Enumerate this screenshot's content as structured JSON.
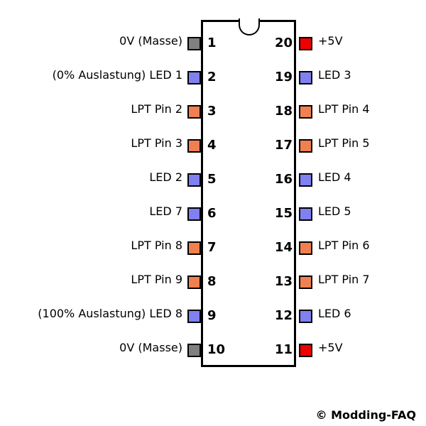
{
  "colors": {
    "ground": "#808080",
    "power": "#ee0000",
    "led": "#8080f0",
    "lpt": "#f08050"
  },
  "left_pins": [
    {
      "number": "1",
      "label": "0V (Masse)",
      "type": "ground"
    },
    {
      "number": "2",
      "label": "(0% Auslastung) LED 1",
      "type": "led"
    },
    {
      "number": "3",
      "label": "LPT Pin 2",
      "type": "lpt"
    },
    {
      "number": "4",
      "label": "LPT Pin 3",
      "type": "lpt"
    },
    {
      "number": "5",
      "label": "LED 2",
      "type": "led"
    },
    {
      "number": "6",
      "label": "LED 7",
      "type": "led"
    },
    {
      "number": "7",
      "label": "LPT Pin 8",
      "type": "lpt"
    },
    {
      "number": "8",
      "label": "LPT Pin 9",
      "type": "lpt"
    },
    {
      "number": "9",
      "label": "(100% Auslastung) LED 8",
      "type": "led"
    },
    {
      "number": "10",
      "label": "0V (Masse)",
      "type": "ground"
    }
  ],
  "right_pins": [
    {
      "number": "20",
      "label": "+5V",
      "type": "power"
    },
    {
      "number": "19",
      "label": "LED 3",
      "type": "led"
    },
    {
      "number": "18",
      "label": "LPT Pin 4",
      "type": "lpt"
    },
    {
      "number": "17",
      "label": "LPT Pin 5",
      "type": "lpt"
    },
    {
      "number": "16",
      "label": "LED 4",
      "type": "led"
    },
    {
      "number": "15",
      "label": "LED 5",
      "type": "led"
    },
    {
      "number": "14",
      "label": "LPT Pin 6",
      "type": "lpt"
    },
    {
      "number": "13",
      "label": "LPT Pin 7",
      "type": "lpt"
    },
    {
      "number": "12",
      "label": "LED 6",
      "type": "led"
    },
    {
      "number": "11",
      "label": "+5V",
      "type": "power"
    }
  ],
  "copyright": "© Modding-FAQ"
}
